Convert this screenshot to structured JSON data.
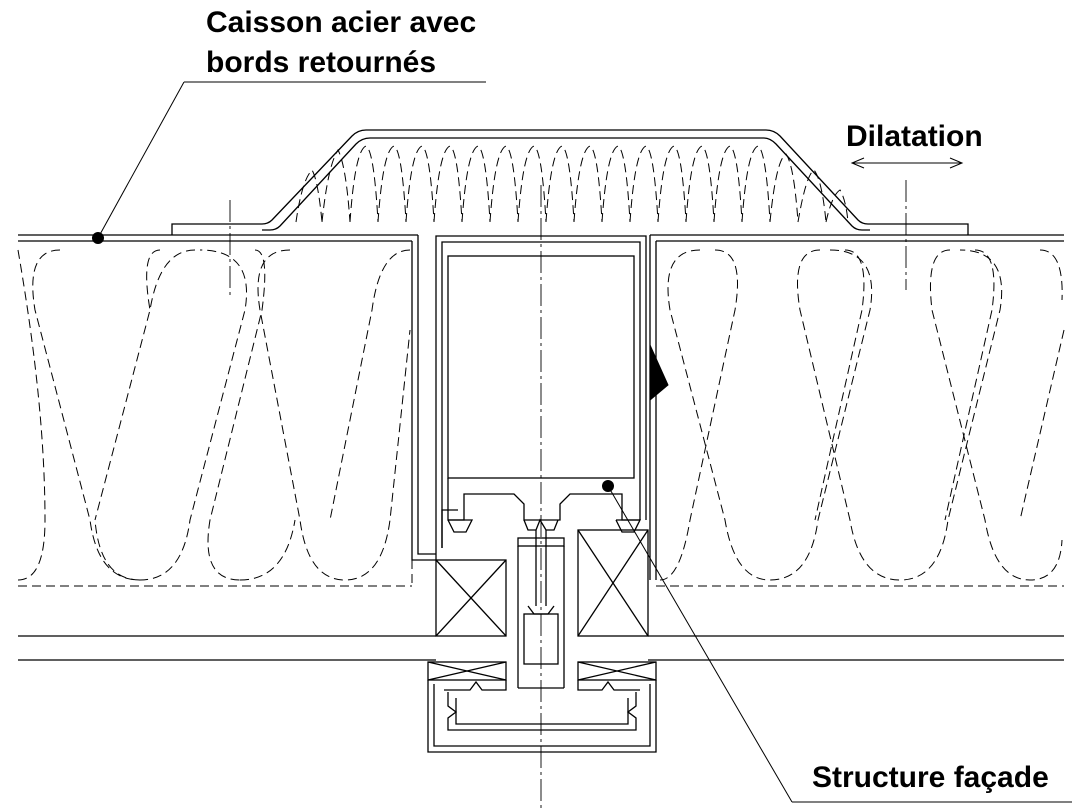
{
  "labels": {
    "caisson_line1": "Caisson acier avec",
    "caisson_line2": "bords retournés",
    "dilatation": "Dilatation",
    "structure": "Structure façade"
  }
}
